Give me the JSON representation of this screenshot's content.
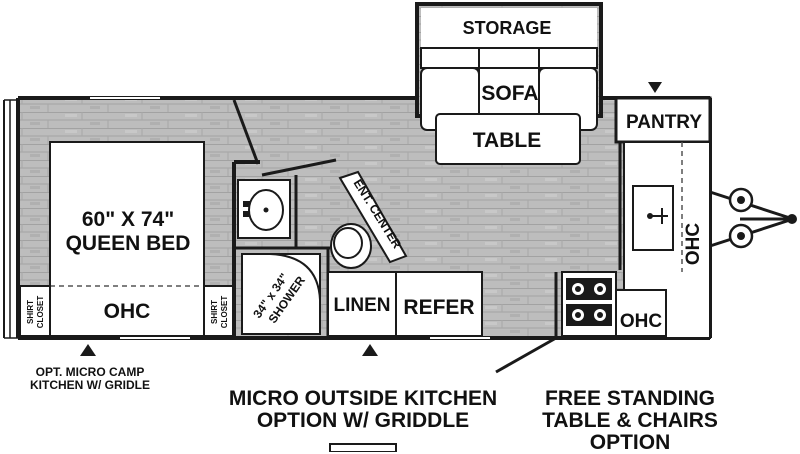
{
  "rooms": {
    "storage": "STORAGE",
    "sofa": "SOFA",
    "table": "TABLE",
    "pantry": "PANTRY",
    "bed_size": "60\" X 74\"",
    "bed_type": "QUEEN BED",
    "ohc_bed": "OHC",
    "shirt_closet": "SHIRT",
    "shirt_closet_line2": "CLOSET",
    "shower_size": "34\" x 34\"",
    "shower": "SHOWER",
    "ent_center": "ENT. CENTER",
    "linen": "LINEN",
    "refer": "REFER",
    "ohc_kitchen": "OHC",
    "ohc_side": "OHC"
  },
  "captions": {
    "opt_micro_line1": "OPT. MICRO CAMP",
    "opt_micro_line2": "KITCHEN W/ GRIDLE",
    "micro_outside_line1": "MICRO OUTSIDE KITCHEN",
    "micro_outside_line2": "OPTION W/ GRIDDLE",
    "free_standing_line1": "FREE STANDING",
    "free_standing_line2": "TABLE & CHAIRS",
    "free_standing_line3": "OPTION"
  },
  "colors": {
    "wall": "#1a1a1a",
    "floor": "#bcbcbc",
    "floor_line": "#9a9a9a",
    "fixture": "#ffffff"
  }
}
